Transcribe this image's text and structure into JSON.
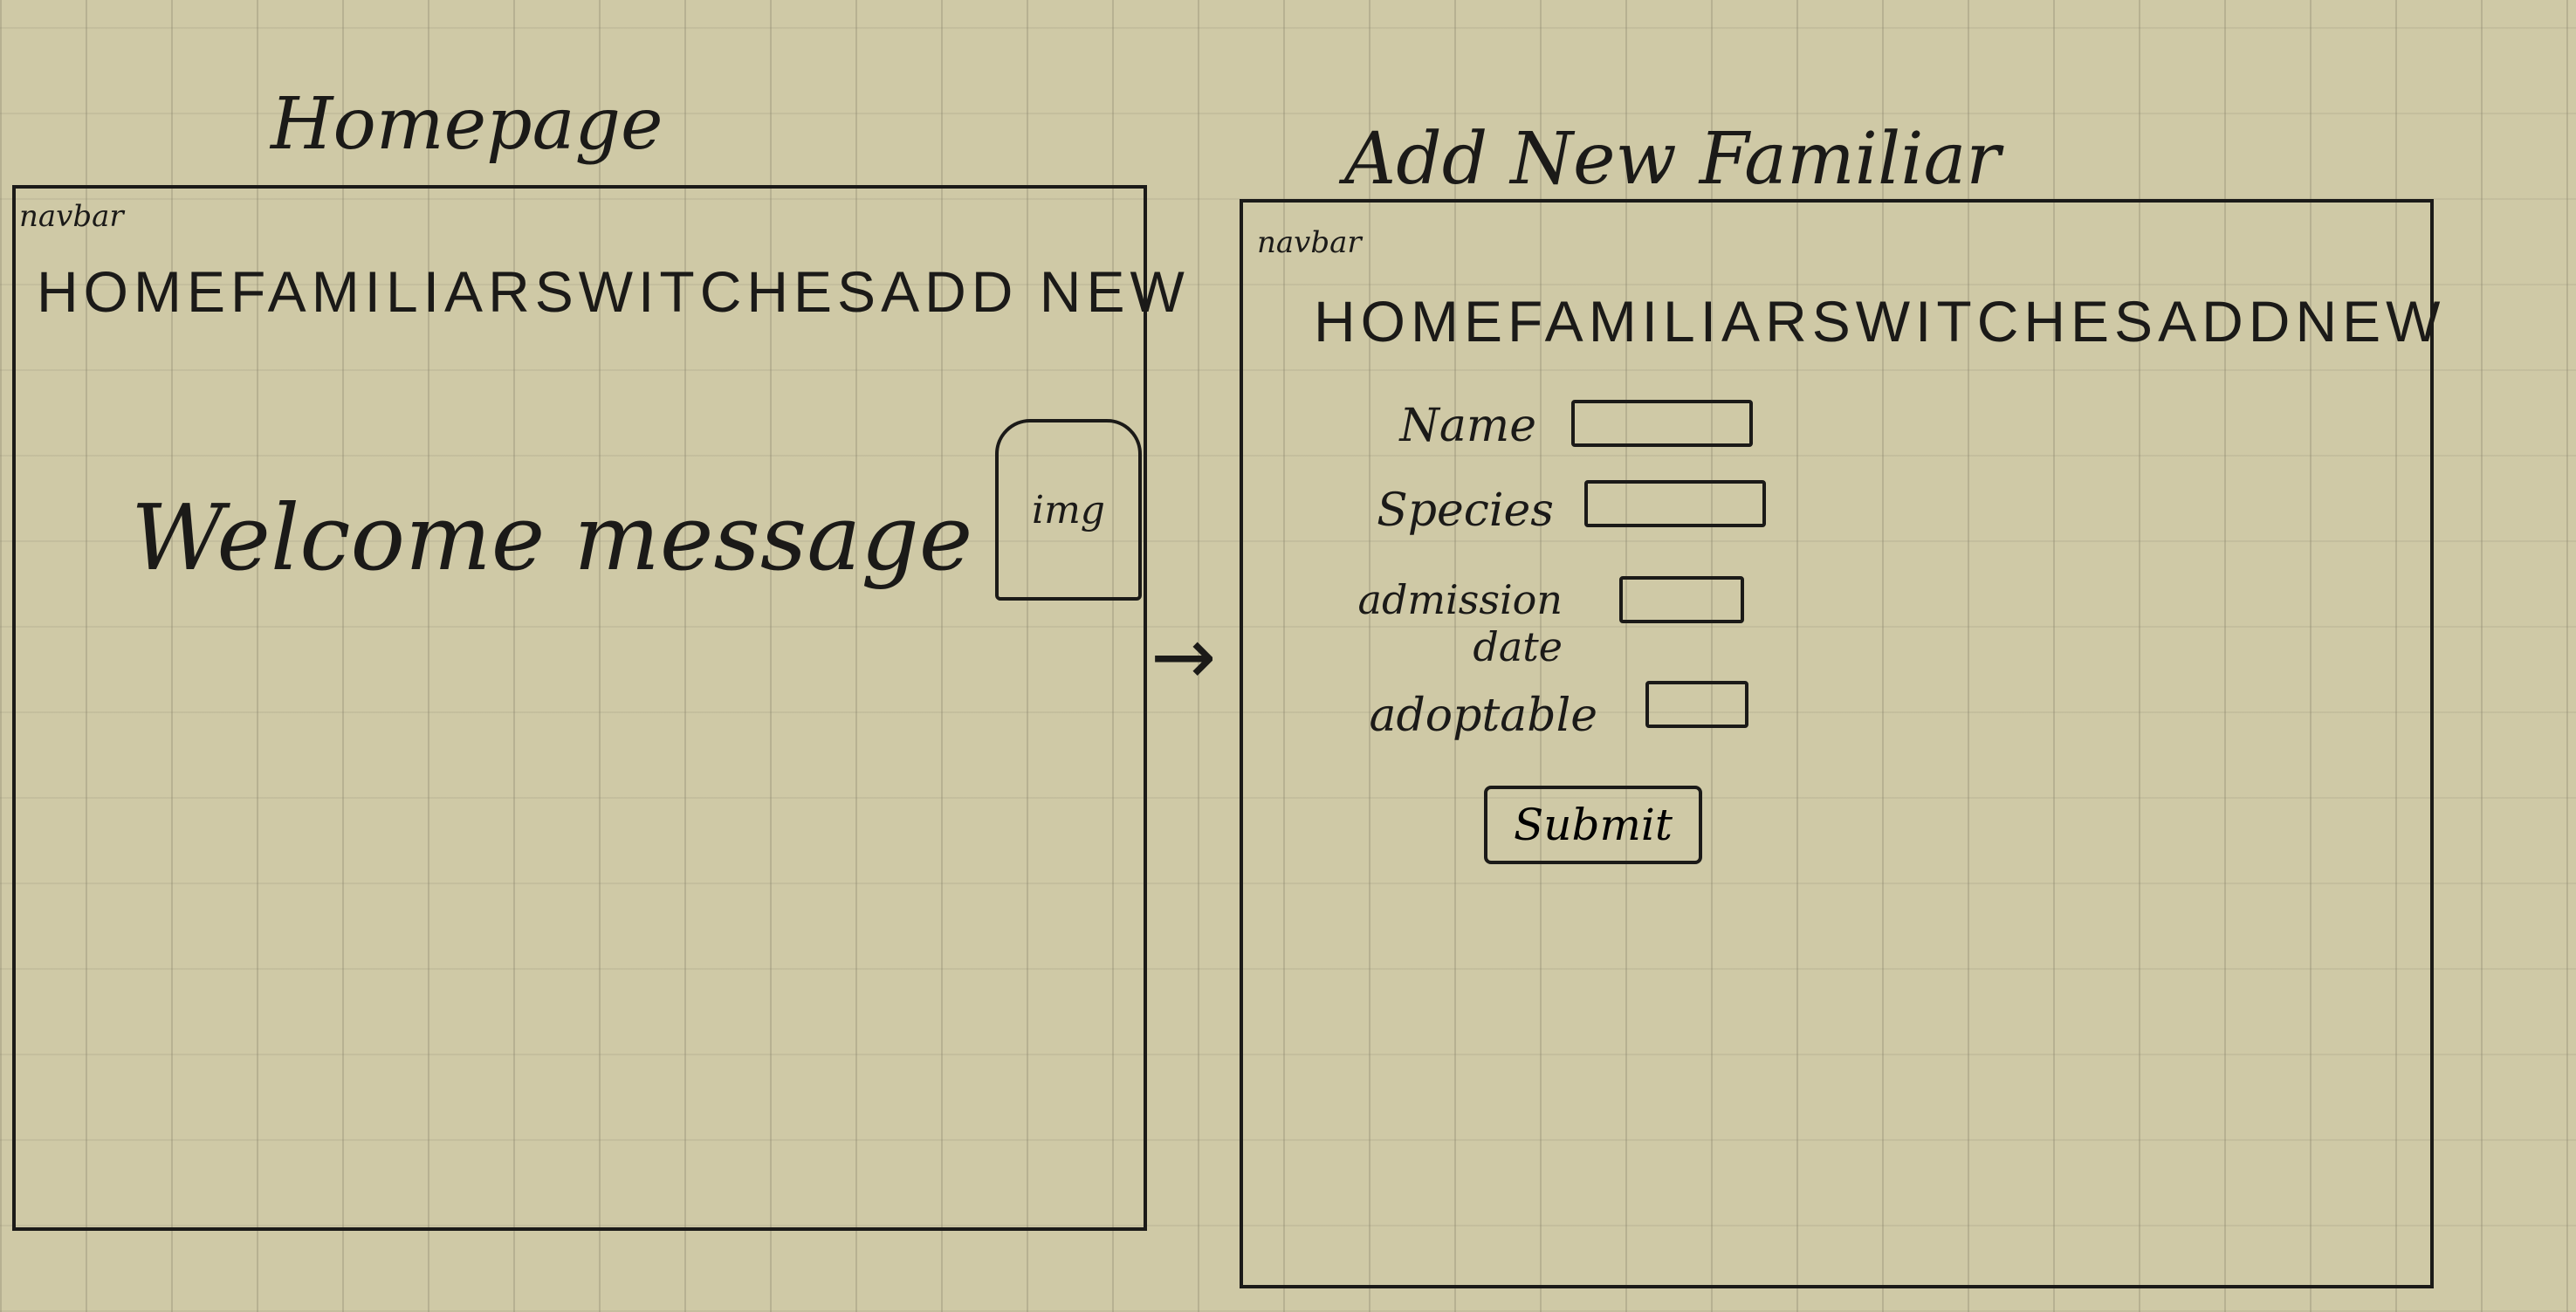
{
  "homepage": {
    "title": "Homepage",
    "navbar_tag": "navbar",
    "nav_items": [
      "HOME",
      "FAMILIARS",
      "WITCHES",
      "ADD NEW"
    ],
    "welcome": "Welcome message",
    "image_label": "img"
  },
  "transition_arrow": "→",
  "add_new": {
    "title": "Add New Familiar",
    "navbar_tag": "navbar",
    "nav_items": [
      "HOME",
      "FAMILIARS",
      "WITCHES",
      "ADDNEW"
    ],
    "fields": {
      "name_label": "Name",
      "species_label": "Species",
      "admission_label": "admission date",
      "adoptable_label": "adoptable"
    },
    "submit_label": "Submit"
  }
}
